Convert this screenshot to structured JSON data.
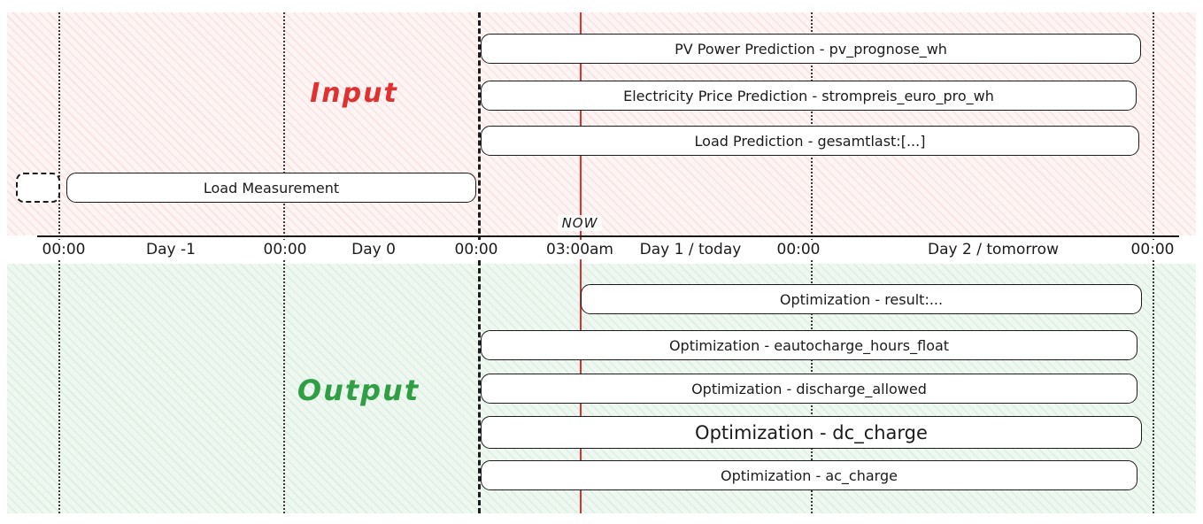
{
  "palette": {
    "input_accent": "#e03131",
    "output_accent": "#2f9e44",
    "line_color": "#1b1b1b",
    "input_background": "#fdf4f4",
    "output_background": "#eef8f1"
  },
  "input": {
    "label": "Input",
    "bars": [
      {
        "label": "PV Power Prediction - pv_prognose_wh"
      },
      {
        "label": "Electricity Price Prediction - strompreis_euro_pro_wh"
      },
      {
        "label": "Load Prediction - gesamtlast:[...]"
      },
      {
        "label": "Load Measurement"
      }
    ]
  },
  "output": {
    "label": "Output",
    "bars": [
      {
        "label": "Optimization - result:..."
      },
      {
        "label": "Optimization - eautocharge_hours_float"
      },
      {
        "label": "Optimization - discharge_allowed"
      },
      {
        "label": "Optimization - dc_charge"
      },
      {
        "label": "Optimization - ac_charge"
      }
    ]
  },
  "timeline": {
    "now_label": "NOW",
    "ticks": [
      {
        "label": "00:00"
      },
      {
        "label": "Day -1"
      },
      {
        "label": "00:00"
      },
      {
        "label": "Day 0"
      },
      {
        "label": "00:00"
      },
      {
        "label": "03:00am"
      },
      {
        "label": "Day 1 / today"
      },
      {
        "label": "00:00"
      },
      {
        "label": "Day 2 / tomorrow"
      },
      {
        "label": "00:00"
      }
    ]
  }
}
